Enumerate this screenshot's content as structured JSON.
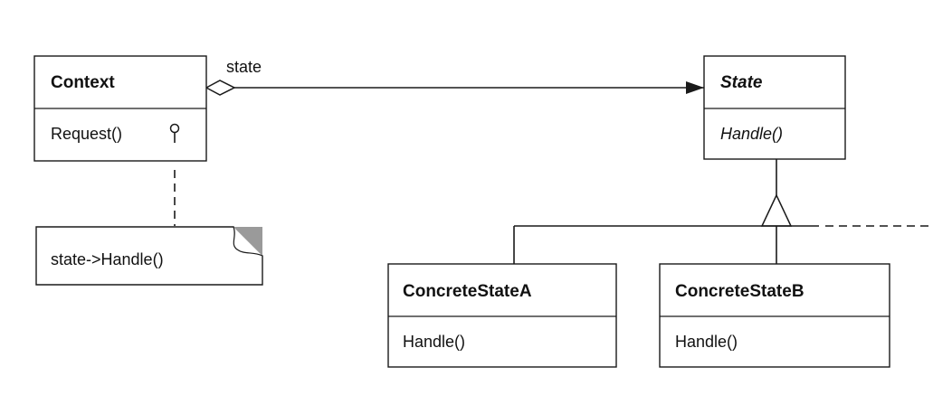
{
  "classes": {
    "context": {
      "name": "Context",
      "operation": "Request()"
    },
    "state": {
      "name": "State",
      "operation": "Handle()"
    },
    "concrete_a": {
      "name": "ConcreteStateA",
      "operation": "Handle()"
    },
    "concrete_b": {
      "name": "ConcreteStateB",
      "operation": "Handle()"
    }
  },
  "association": {
    "label": "state"
  },
  "note": {
    "text": "state->Handle()"
  }
}
